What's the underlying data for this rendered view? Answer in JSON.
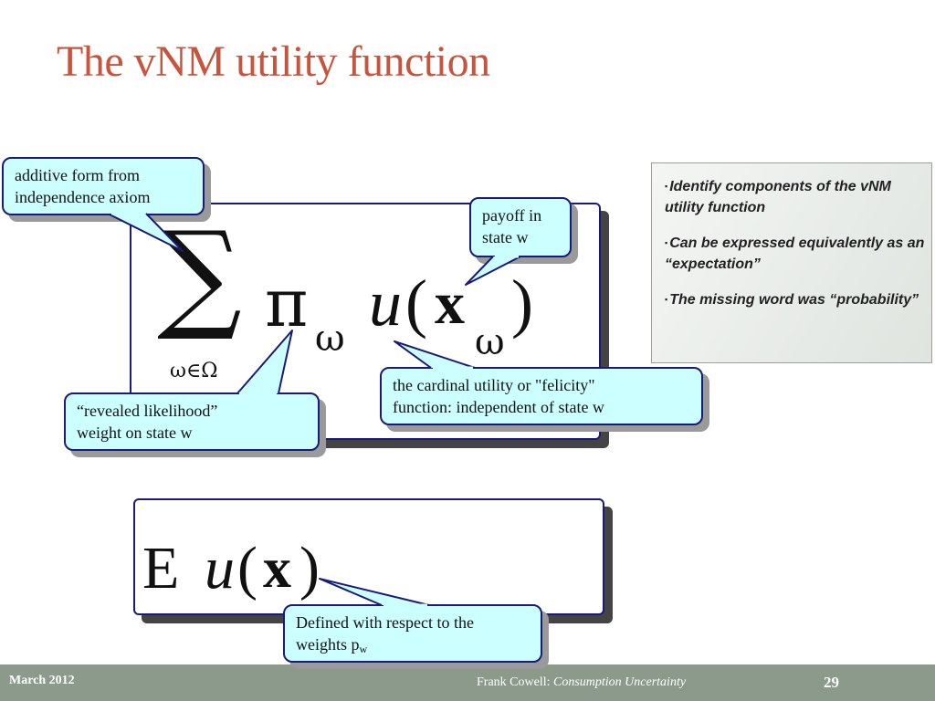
{
  "slide": {
    "title": "The vNM utility function",
    "formula_sum": {
      "sigma": "∑",
      "subscript_set": "ω∈Ω",
      "pi": "π",
      "pi_sub": "ω",
      "u": "u",
      "open_paren": "(",
      "x": "x",
      "x_sub": "ω",
      "close_paren": ")"
    },
    "formula_expect": {
      "E": "E",
      "u": "u",
      "open_paren": "(",
      "x": "x",
      "close_paren": ")"
    },
    "callouts": {
      "additive_line1": "additive form from",
      "additive_line2": "independence axiom",
      "payoff_line1": "payoff in",
      "payoff_line2": "state w",
      "cardinal_line1": "the cardinal utility or  \"felicity\"",
      "cardinal_line2": "function: independent of state w",
      "likelihood_line1": "“revealed likelihood”",
      "likelihood_line2": "weight on state w",
      "defined_line1": "Defined with respect to the",
      "defined_line2": "weights p",
      "defined_sub": "w"
    },
    "notes": [
      "Identify components of the vNM utility function",
      "Can be expressed equivalently as an “expectation”",
      "The missing word was “probability”"
    ],
    "bullet": "▪"
  },
  "footer": {
    "date": "March 2012",
    "author": "Frank Cowell: ",
    "course": "Consumption Uncertainty",
    "page": "29"
  }
}
